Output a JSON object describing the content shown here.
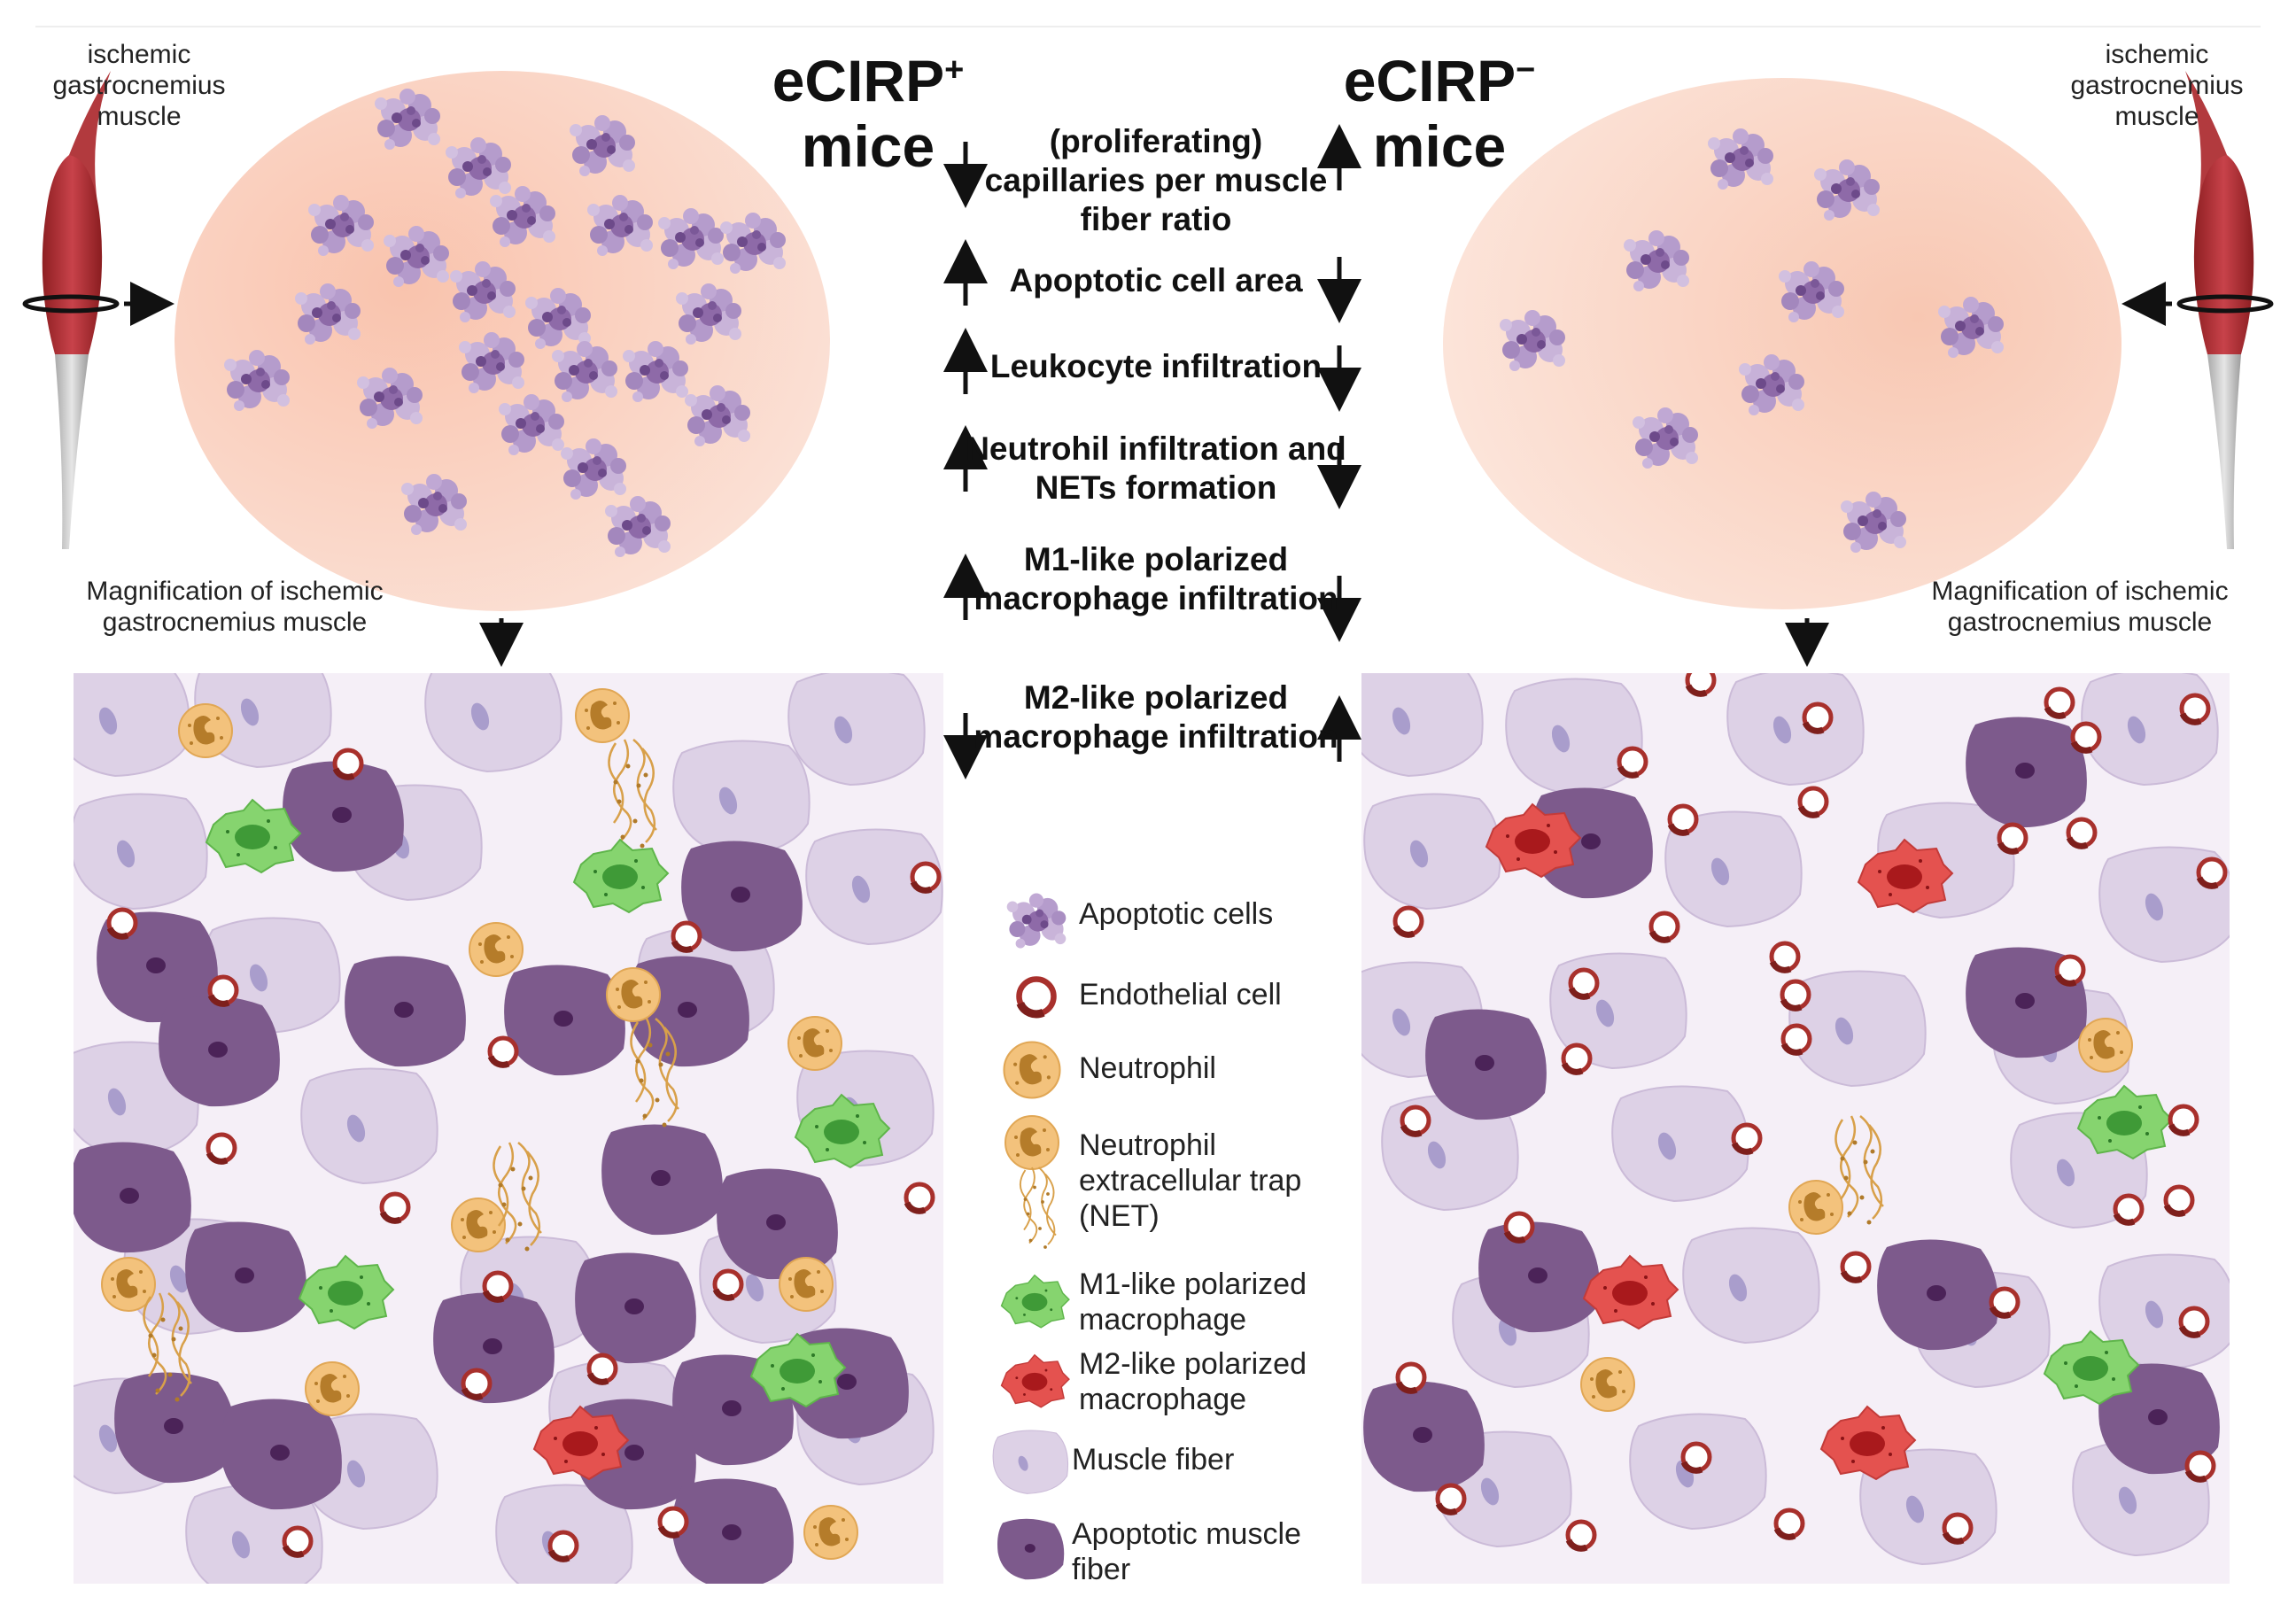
{
  "left_panel": {
    "muscle_label": "ischemic gastrocnemius muscle",
    "title_main": "eCIRP",
    "title_sup": "+",
    "title_sub": "mice",
    "magnification_label": "Magnification of ischemic gastrocnemius muscle"
  },
  "right_panel": {
    "muscle_label": "ischemic gastrocnemius muscle",
    "title_main": "eCIRP",
    "title_sup": "−",
    "title_sub": "mice",
    "magnification_label": "Magnification of ischemic gastrocnemius muscle"
  },
  "effects": [
    {
      "label": "(proliferating) capillaries per muscle fiber ratio",
      "left_arrow": "down",
      "right_arrow": "up"
    },
    {
      "label": "Apoptotic cell area",
      "left_arrow": "up",
      "right_arrow": "down"
    },
    {
      "label": "Leukocyte infiltration",
      "left_arrow": "up",
      "right_arrow": "down"
    },
    {
      "label": "Neutrohil infiltration and NETs formation",
      "left_arrow": "up",
      "right_arrow": "down"
    },
    {
      "label": "M1-like polarized macrophage infiltration",
      "left_arrow": "up",
      "right_arrow": "down"
    },
    {
      "label": "M2-like polarized macrophage infiltration",
      "left_arrow": "down",
      "right_arrow": "up"
    }
  ],
  "legend": [
    {
      "icon": "apoptotic-cells-icon",
      "label": "Apoptotic cells"
    },
    {
      "icon": "endothelial-cell-icon",
      "label": "Endothelial cell"
    },
    {
      "icon": "neutrophil-icon",
      "label": "Neutrophil"
    },
    {
      "icon": "net-icon",
      "label": "Neutrophil extracellular trap (NET)"
    },
    {
      "icon": "m1-macrophage-icon",
      "label": "M1-like polarized macrophage"
    },
    {
      "icon": "m2-macrophage-icon",
      "label": "M2-like polarized macrophage"
    },
    {
      "icon": "muscle-fiber-icon",
      "label": "Muscle fiber"
    },
    {
      "icon": "apoptotic-muscle-fiber-icon",
      "label": "Apoptotic muscle fiber"
    }
  ],
  "colors": {
    "oval": "#f7c9b6",
    "tissue_bg": "#f4eef6",
    "muscle_fiber": "#d9cde3",
    "apoptotic_fiber": "#7e5b8c",
    "neutrophil": "#f2c078",
    "m1_macrophage": "#7fcf6a",
    "m2_macrophage": "#e0504e",
    "endothelial": "#a8302c",
    "apoptotic_cell": "#9b7ab5"
  }
}
